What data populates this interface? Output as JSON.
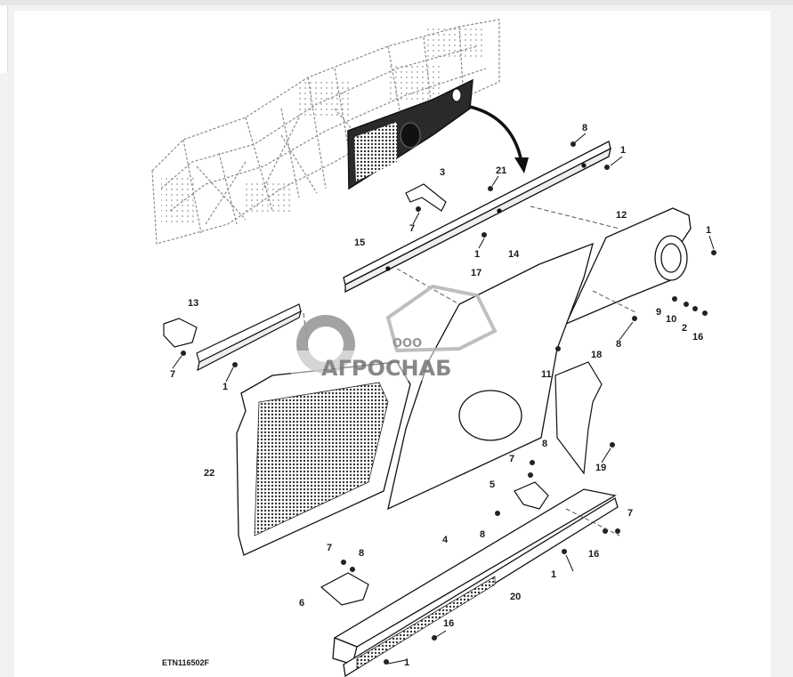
{
  "callouts": [
    {
      "id": "c8a",
      "text": "8"
    },
    {
      "id": "c1a",
      "text": "1"
    },
    {
      "id": "c3",
      "text": "3"
    },
    {
      "id": "c21",
      "text": "21"
    },
    {
      "id": "c7a",
      "text": "7"
    },
    {
      "id": "c1b",
      "text": "1"
    },
    {
      "id": "c12",
      "text": "12"
    },
    {
      "id": "c1c",
      "text": "1"
    },
    {
      "id": "c15",
      "text": "15"
    },
    {
      "id": "c14",
      "text": "14"
    },
    {
      "id": "c17",
      "text": "17"
    },
    {
      "id": "c9",
      "text": "9"
    },
    {
      "id": "c10",
      "text": "10"
    },
    {
      "id": "c2",
      "text": "2"
    },
    {
      "id": "c16a",
      "text": "16"
    },
    {
      "id": "c8b",
      "text": "8"
    },
    {
      "id": "c13",
      "text": "13"
    },
    {
      "id": "c7b",
      "text": "7"
    },
    {
      "id": "c1d",
      "text": "1"
    },
    {
      "id": "c11",
      "text": "11"
    },
    {
      "id": "c18",
      "text": "18"
    },
    {
      "id": "c22",
      "text": "22"
    },
    {
      "id": "c19",
      "text": "19"
    },
    {
      "id": "c8c",
      "text": "8"
    },
    {
      "id": "c7c",
      "text": "7"
    },
    {
      "id": "c5",
      "text": "5"
    },
    {
      "id": "c8d",
      "text": "8"
    },
    {
      "id": "c4",
      "text": "4"
    },
    {
      "id": "c7d",
      "text": "7"
    },
    {
      "id": "c16b",
      "text": "16"
    },
    {
      "id": "c7e",
      "text": "7"
    },
    {
      "id": "c8e",
      "text": "8"
    },
    {
      "id": "c1e",
      "text": "1"
    },
    {
      "id": "c6",
      "text": "6"
    },
    {
      "id": "c20",
      "text": "20"
    },
    {
      "id": "c16c",
      "text": "16"
    },
    {
      "id": "c1f",
      "text": "1"
    }
  ],
  "figure_code": "ETN116502F",
  "watermark": {
    "company_prefix": "ООО",
    "company_name": "АГРОСНАБ",
    "color": "#8a8a8a",
    "accent": "#b0b0b0"
  }
}
